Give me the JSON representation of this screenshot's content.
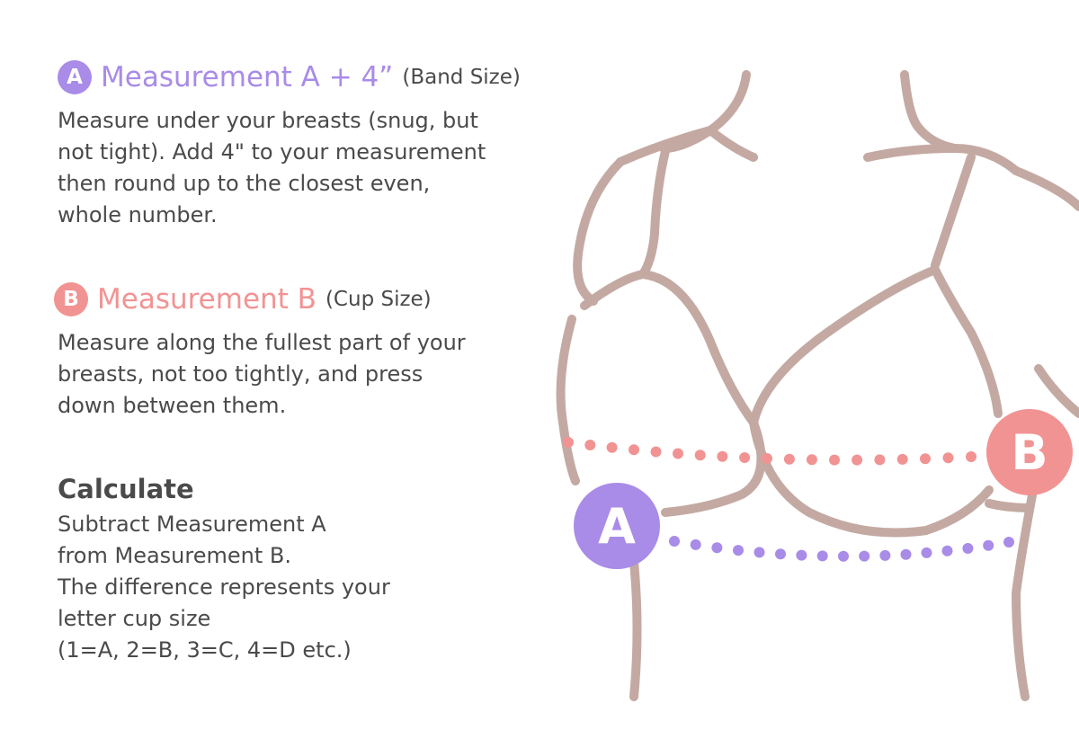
{
  "section_a": {
    "badge": "A",
    "title": "Measurement A + 4”",
    "subtitle": "(Band Size)",
    "lines": [
      "Measure under your breasts (snug, but",
      "not tight). Add 4\" to your measurement",
      "then round up to the closest even,",
      "whole number."
    ],
    "color": "#a98be8"
  },
  "section_b": {
    "badge": "B",
    "title": "Measurement B",
    "subtitle": "(Cup Size)",
    "lines": [
      "Measure along the fullest part of your",
      "breasts, not too tightly, and press",
      "down between them."
    ],
    "color": "#f29393"
  },
  "calculate": {
    "title": "Calculate",
    "lines": [
      "Subtract Measurement A",
      "from Measurement B.",
      "The difference represents your",
      "letter cup size",
      "(1=A, 2=B, 3=C, 4=D etc.)"
    ]
  },
  "figure": {
    "label_a": "A",
    "label_b": "B",
    "outline_color": "#c4a9a3",
    "dot_a_color": "#a98be8",
    "dot_b_color": "#f29393"
  }
}
